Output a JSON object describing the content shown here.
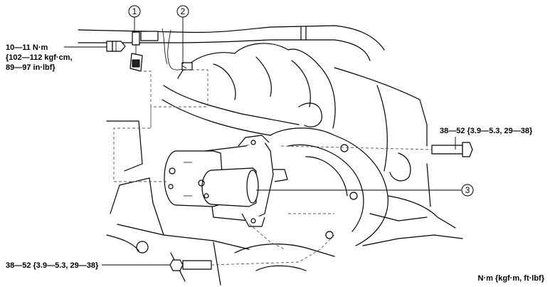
{
  "callouts": [
    {
      "number": "1"
    },
    {
      "number": "2"
    },
    {
      "number": "3"
    }
  ],
  "torque_labels": {
    "nut": [
      "10—11 N·m",
      "{102—112 kgf·cm,",
      "89—97 in·lbf}"
    ],
    "upper_bolt": "38—52 {3.9—5.3, 29—38}",
    "lower_bolt": "38—52 {3.9—5.3, 29—38}"
  },
  "units_note": "N·m {kgf·m, ft·lbf}"
}
